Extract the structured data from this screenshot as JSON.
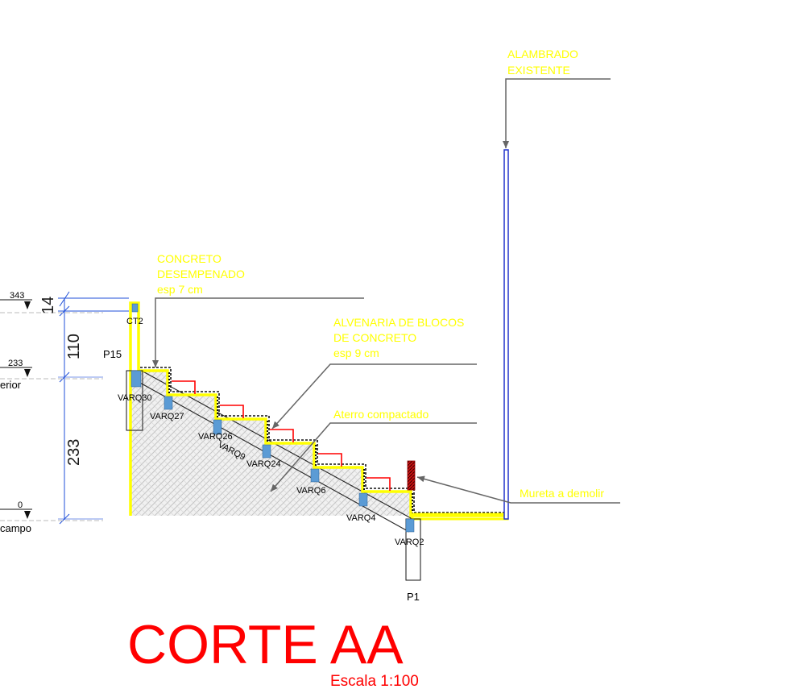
{
  "title": "CORTE AA",
  "scale": "Escala 1:100",
  "levels": [
    {
      "value": "343",
      "label": ""
    },
    {
      "value": "233",
      "label": "erior"
    },
    {
      "value": "0",
      "label": "campo"
    }
  ],
  "dimensions": [
    "14",
    "110",
    "233"
  ],
  "pillars": [
    "P15",
    "P1"
  ],
  "beams": [
    "CT2",
    "VARQ30",
    "VARQ27",
    "VARQ26",
    "VARQ24",
    "VARQ9",
    "VARQ6",
    "VARQ4",
    "VARQ2"
  ],
  "annotations": {
    "alambrado": [
      "ALAMBRADO",
      "EXISTENTE"
    ],
    "concreto": [
      "CONCRETO",
      "DESEMPENADO",
      "esp 7 cm"
    ],
    "alvenaria": [
      "ALVENARIA DE BLOCOS",
      "DE CONCRETO",
      "esp 9 cm"
    ],
    "aterro": "Aterro compactado",
    "mureta": "Mureta a demolir"
  },
  "colors": {
    "title": "#ff0000",
    "annotation": "#ffff00",
    "dimension": "#1f4fd8",
    "fence": "#2233cc",
    "riser_mark": "#ff0000",
    "beam": "#5b9bd5"
  }
}
